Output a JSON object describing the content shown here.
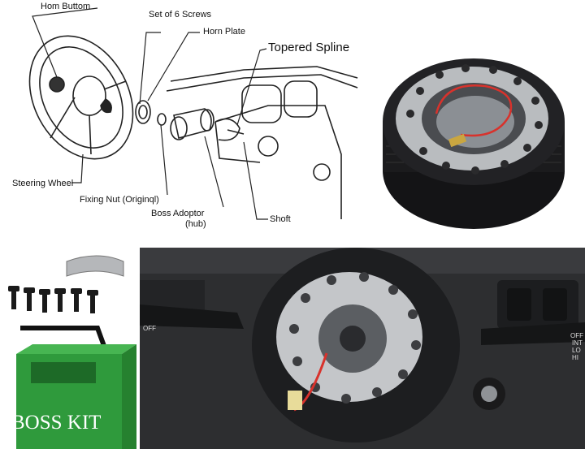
{
  "diagram": {
    "labels": {
      "horn_button": "Hom Buttom",
      "screws": "Set of 6 Screws",
      "horn_plate": "Horn Plate",
      "tapered_spline": "Topered Spline",
      "steering_wheel": "Steering Wheel",
      "fixing_nut": "Fixing Nut (Originql)",
      "boss_adaptor": "Boss Adoptor",
      "hub": "(hub)",
      "shaft": "Shoft"
    }
  },
  "kit": {
    "box_text": "BOSS KIT"
  },
  "car": {
    "switch_left": [
      "OFF"
    ],
    "switch_right": [
      "OFF",
      "INT",
      "LO",
      "HI"
    ]
  },
  "colors": {
    "box_green": "#2f9a3c",
    "hub_black": "#1b1b1d",
    "hub_silver": "#b9bcbf",
    "wire_red": "#d8322c",
    "dash_dark": "#2a2b2d"
  }
}
